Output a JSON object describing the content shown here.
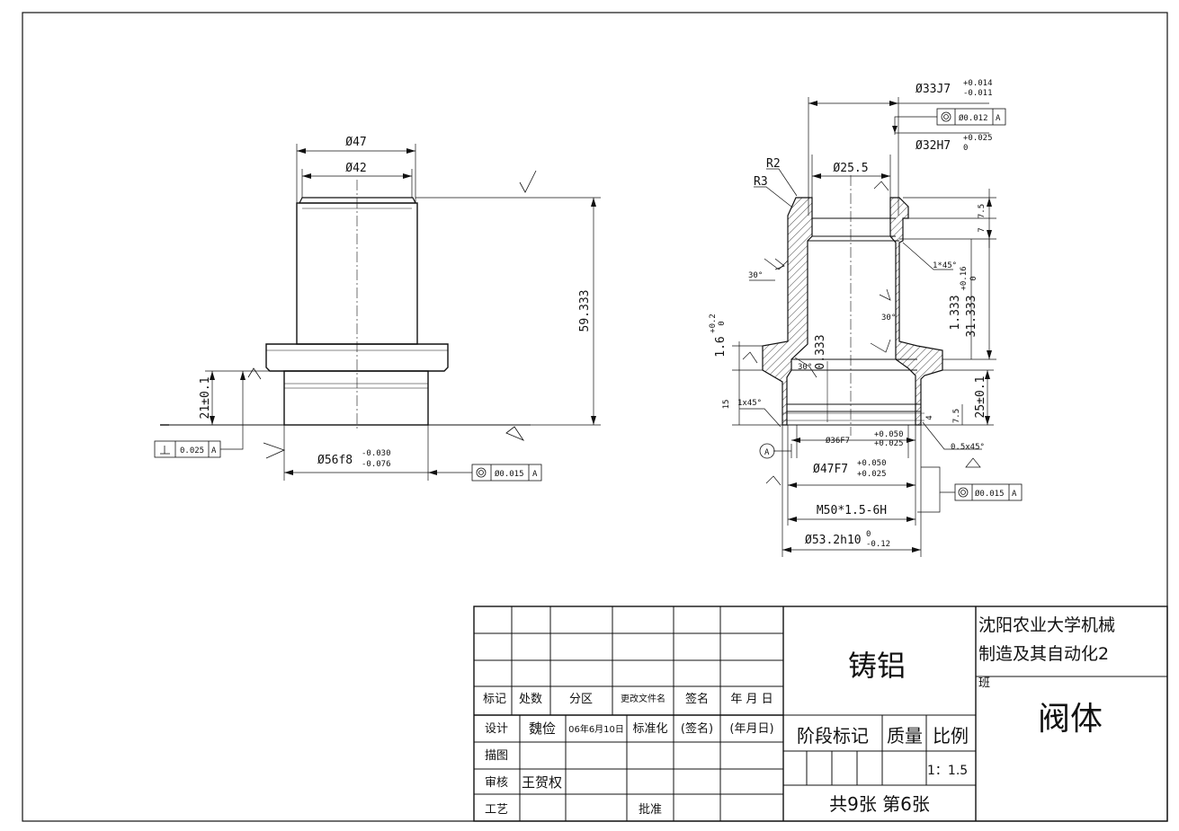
{
  "title_block": {
    "material": "铸铝",
    "school": "沈阳农业大学机械",
    "class_line": "制造及其自动化2",
    "class_suffix": "班",
    "part_name": "阀体",
    "rev_headers": [
      "标记",
      "处数",
      "分区",
      "更改文件名",
      "签名",
      "年 月 日"
    ],
    "design_label": "设计",
    "designer": "魏俭",
    "design_date": "06年6月10日",
    "standardization": "标准化",
    "sign": "(签名)",
    "date_field": "(年月日)",
    "drawing_label": "描图",
    "review_label": "审核",
    "reviewer": "王贺权",
    "process_label": "工艺",
    "approve_label": "批准",
    "stage_mark": "阶段标记",
    "mass": "质量",
    "scale_label": "比例",
    "scale": "1：1.5",
    "sheets": "共9张  第6张"
  },
  "left_view": {
    "d47": "Ø47",
    "d42": "Ø42",
    "h59": "59.333",
    "h21": "21±0.1",
    "d56": "Ø56f8",
    "d56_tol_hi": "-0.030",
    "d56_tol_lo": "-0.076",
    "perp_tol": "0.025",
    "perp_datum": "A",
    "conc_tol": "Ø0.015",
    "conc_datum": "A"
  },
  "right_view": {
    "d33": "Ø33J7",
    "d33_tol_hi": "+0.014",
    "d33_tol_lo": "-0.011",
    "conc_top": "Ø0.012",
    "conc_top_datum": "A",
    "d32": "Ø32H7",
    "d32_tol_hi": "+0.025",
    "d32_tol_lo": "0",
    "d25": "Ø25.5",
    "r2": "R2",
    "r3": "R3",
    "a30_left": "30°",
    "a30_mid": "30°",
    "a30_low": "30°",
    "ch1": "1*45°",
    "h75_top": "7.5",
    "h7": "7",
    "h1333": "1.333",
    "h31333": "31.333",
    "h31333_tol": "+0.16",
    "h31333_tol_lo": "0",
    "h16": "1.6",
    "h16_tol": "+0.2",
    "h16_tol_lo": "0",
    "h0333": "0.333",
    "h15": "15",
    "ch1x45": "1x45°",
    "d36": "Ø36F7",
    "d36_tol_hi": "+0.050",
    "d36_tol_lo": "+0.025",
    "datum_a": "A",
    "d47f7": "Ø47F7",
    "d47_tol_hi": "+0.050",
    "d47_tol_lo": "+0.025",
    "h25": "25±0.1",
    "h75_low": "7.5",
    "h4": "4",
    "ch05": "0.5x45°",
    "conc_low": "Ø0.015",
    "conc_low_datum": "A",
    "m50": "M50*1.5-6H",
    "d53": "Ø53.2h10",
    "d53_tol_hi": "0",
    "d53_tol_lo": "-0.12"
  }
}
